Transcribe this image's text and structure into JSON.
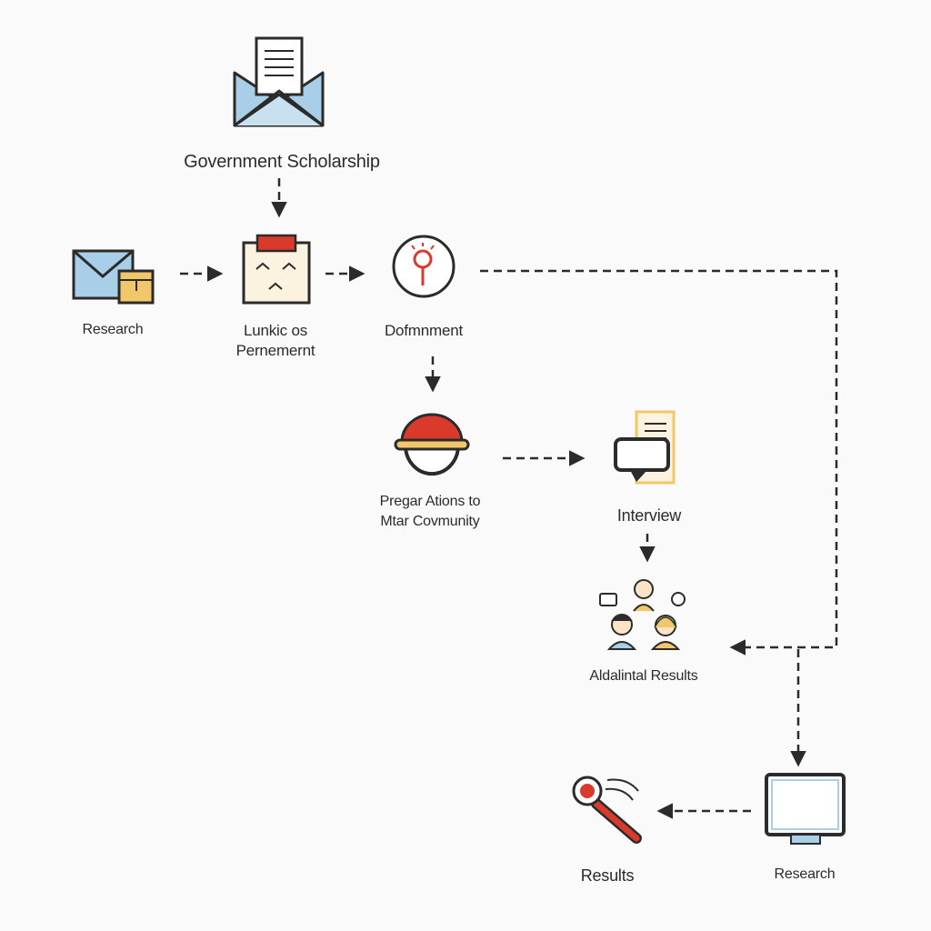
{
  "diagram": {
    "nodes": {
      "gov_scholarship": {
        "lines": [
          "Government Scholarship"
        ]
      },
      "research_left": {
        "lines": [
          "Research"
        ]
      },
      "permanent": {
        "lines": [
          "Lunkic os",
          "Pernemernt"
        ]
      },
      "document": {
        "lines": [
          "Dofmnment"
        ]
      },
      "community": {
        "lines": [
          "Pregar Ations to",
          "Mtar Covmunity"
        ]
      },
      "interview": {
        "lines": [
          "Interview"
        ]
      },
      "additional_results": {
        "lines": [
          "Aldalintal Results"
        ]
      },
      "results": {
        "lines": [
          "Results"
        ]
      },
      "research_right": {
        "lines": [
          "Research"
        ]
      }
    },
    "colors": {
      "ink": "#2b2b2b",
      "envelope_blue": "#a9cfe8",
      "folder_gold": "#f2c76a",
      "accent_red": "#d93a2b",
      "clipboard_cream": "#fbf3df",
      "background": "#fafafa"
    },
    "icons": {
      "gov_scholarship": "envelope-letter-icon",
      "research_left": "mail-folder-icon",
      "permanent": "clipboard-icon",
      "document": "lightbulb-icon",
      "community": "hard-hat-icon",
      "interview": "chat-document-icon",
      "additional_results": "people-group-icon",
      "results": "magnifier-icon",
      "research_right": "monitor-icon"
    }
  }
}
